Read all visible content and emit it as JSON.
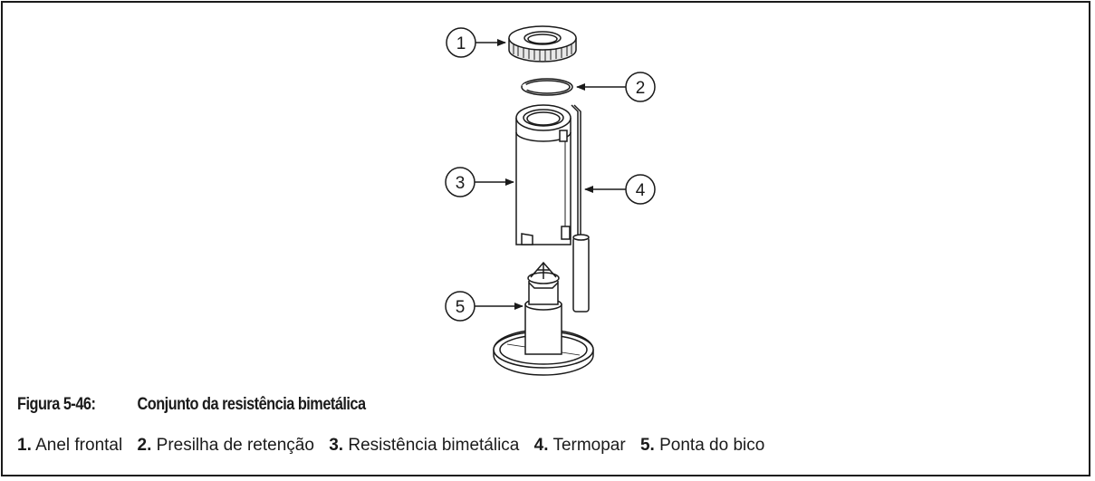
{
  "figure": {
    "number": "Figura 5-46:",
    "title": "Conjunto da resistência bimetálica"
  },
  "callouts": [
    "1",
    "2",
    "3",
    "4",
    "5"
  ],
  "legend": [
    {
      "num": "1.",
      "label": "Anel frontal"
    },
    {
      "num": "2.",
      "label": "Presilha de retenção"
    },
    {
      "num": "3.",
      "label": "Resistência bimetálica"
    },
    {
      "num": "4.",
      "label": "Termopar"
    },
    {
      "num": "5.",
      "label": "Ponta do bico"
    }
  ]
}
